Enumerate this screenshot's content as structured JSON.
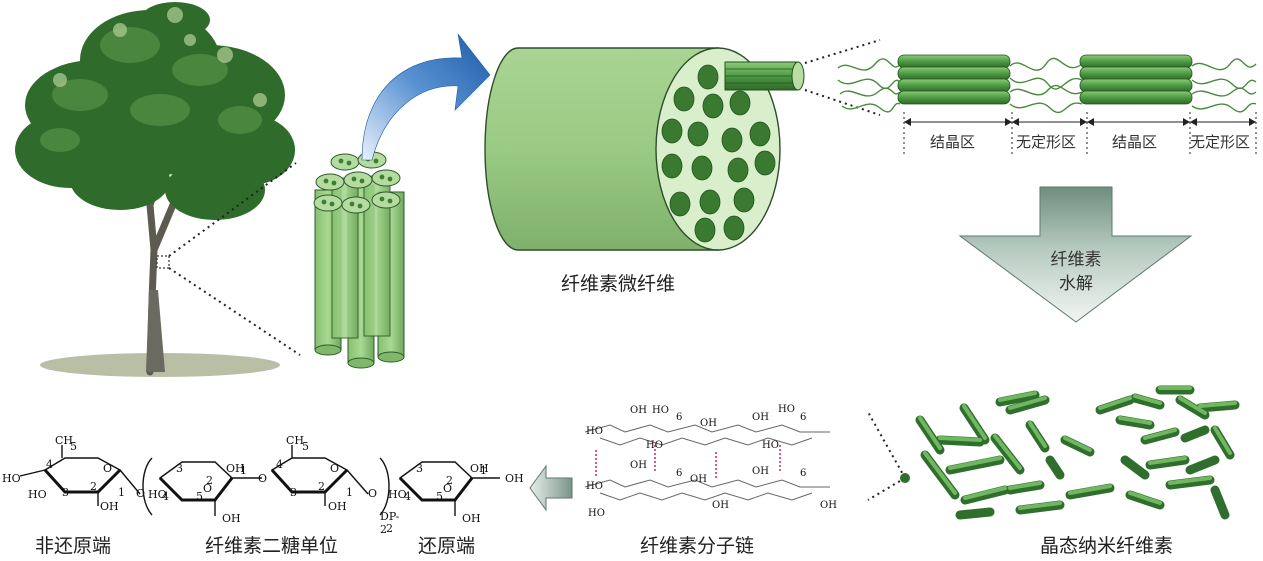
{
  "labels": {
    "microfibril": "纤维素微纤维",
    "crystalline_1": "结晶区",
    "amorphous_1": "无定形区",
    "crystalline_2": "结晶区",
    "amorphous_2": "无定形区",
    "hydrolysis_line1": "纤维素",
    "hydrolysis_line2": "水解",
    "nanocrystal": "晶态纳米纤维素",
    "molecular_chain": "纤维素分子链",
    "non_reducing_end": "非还原端",
    "disaccharide_unit": "纤维素二糖单位",
    "reducing_end": "还原端"
  },
  "formula": {
    "oh": "OH",
    "ho": "HO",
    "o": "O",
    "ch": "CH",
    "dp": "DP-2",
    "half": "2",
    "n1": "1",
    "n2": "2",
    "n3": "3",
    "n4": "4",
    "n5": "5",
    "n6": "6"
  },
  "colors": {
    "fiber_light": "#9fcf8a",
    "fiber_dark": "#3f7d32",
    "arrow_blue": "#2f6fb8",
    "arrow_gray": "#7d9a8e",
    "rod_green": "#4f9a4a"
  }
}
